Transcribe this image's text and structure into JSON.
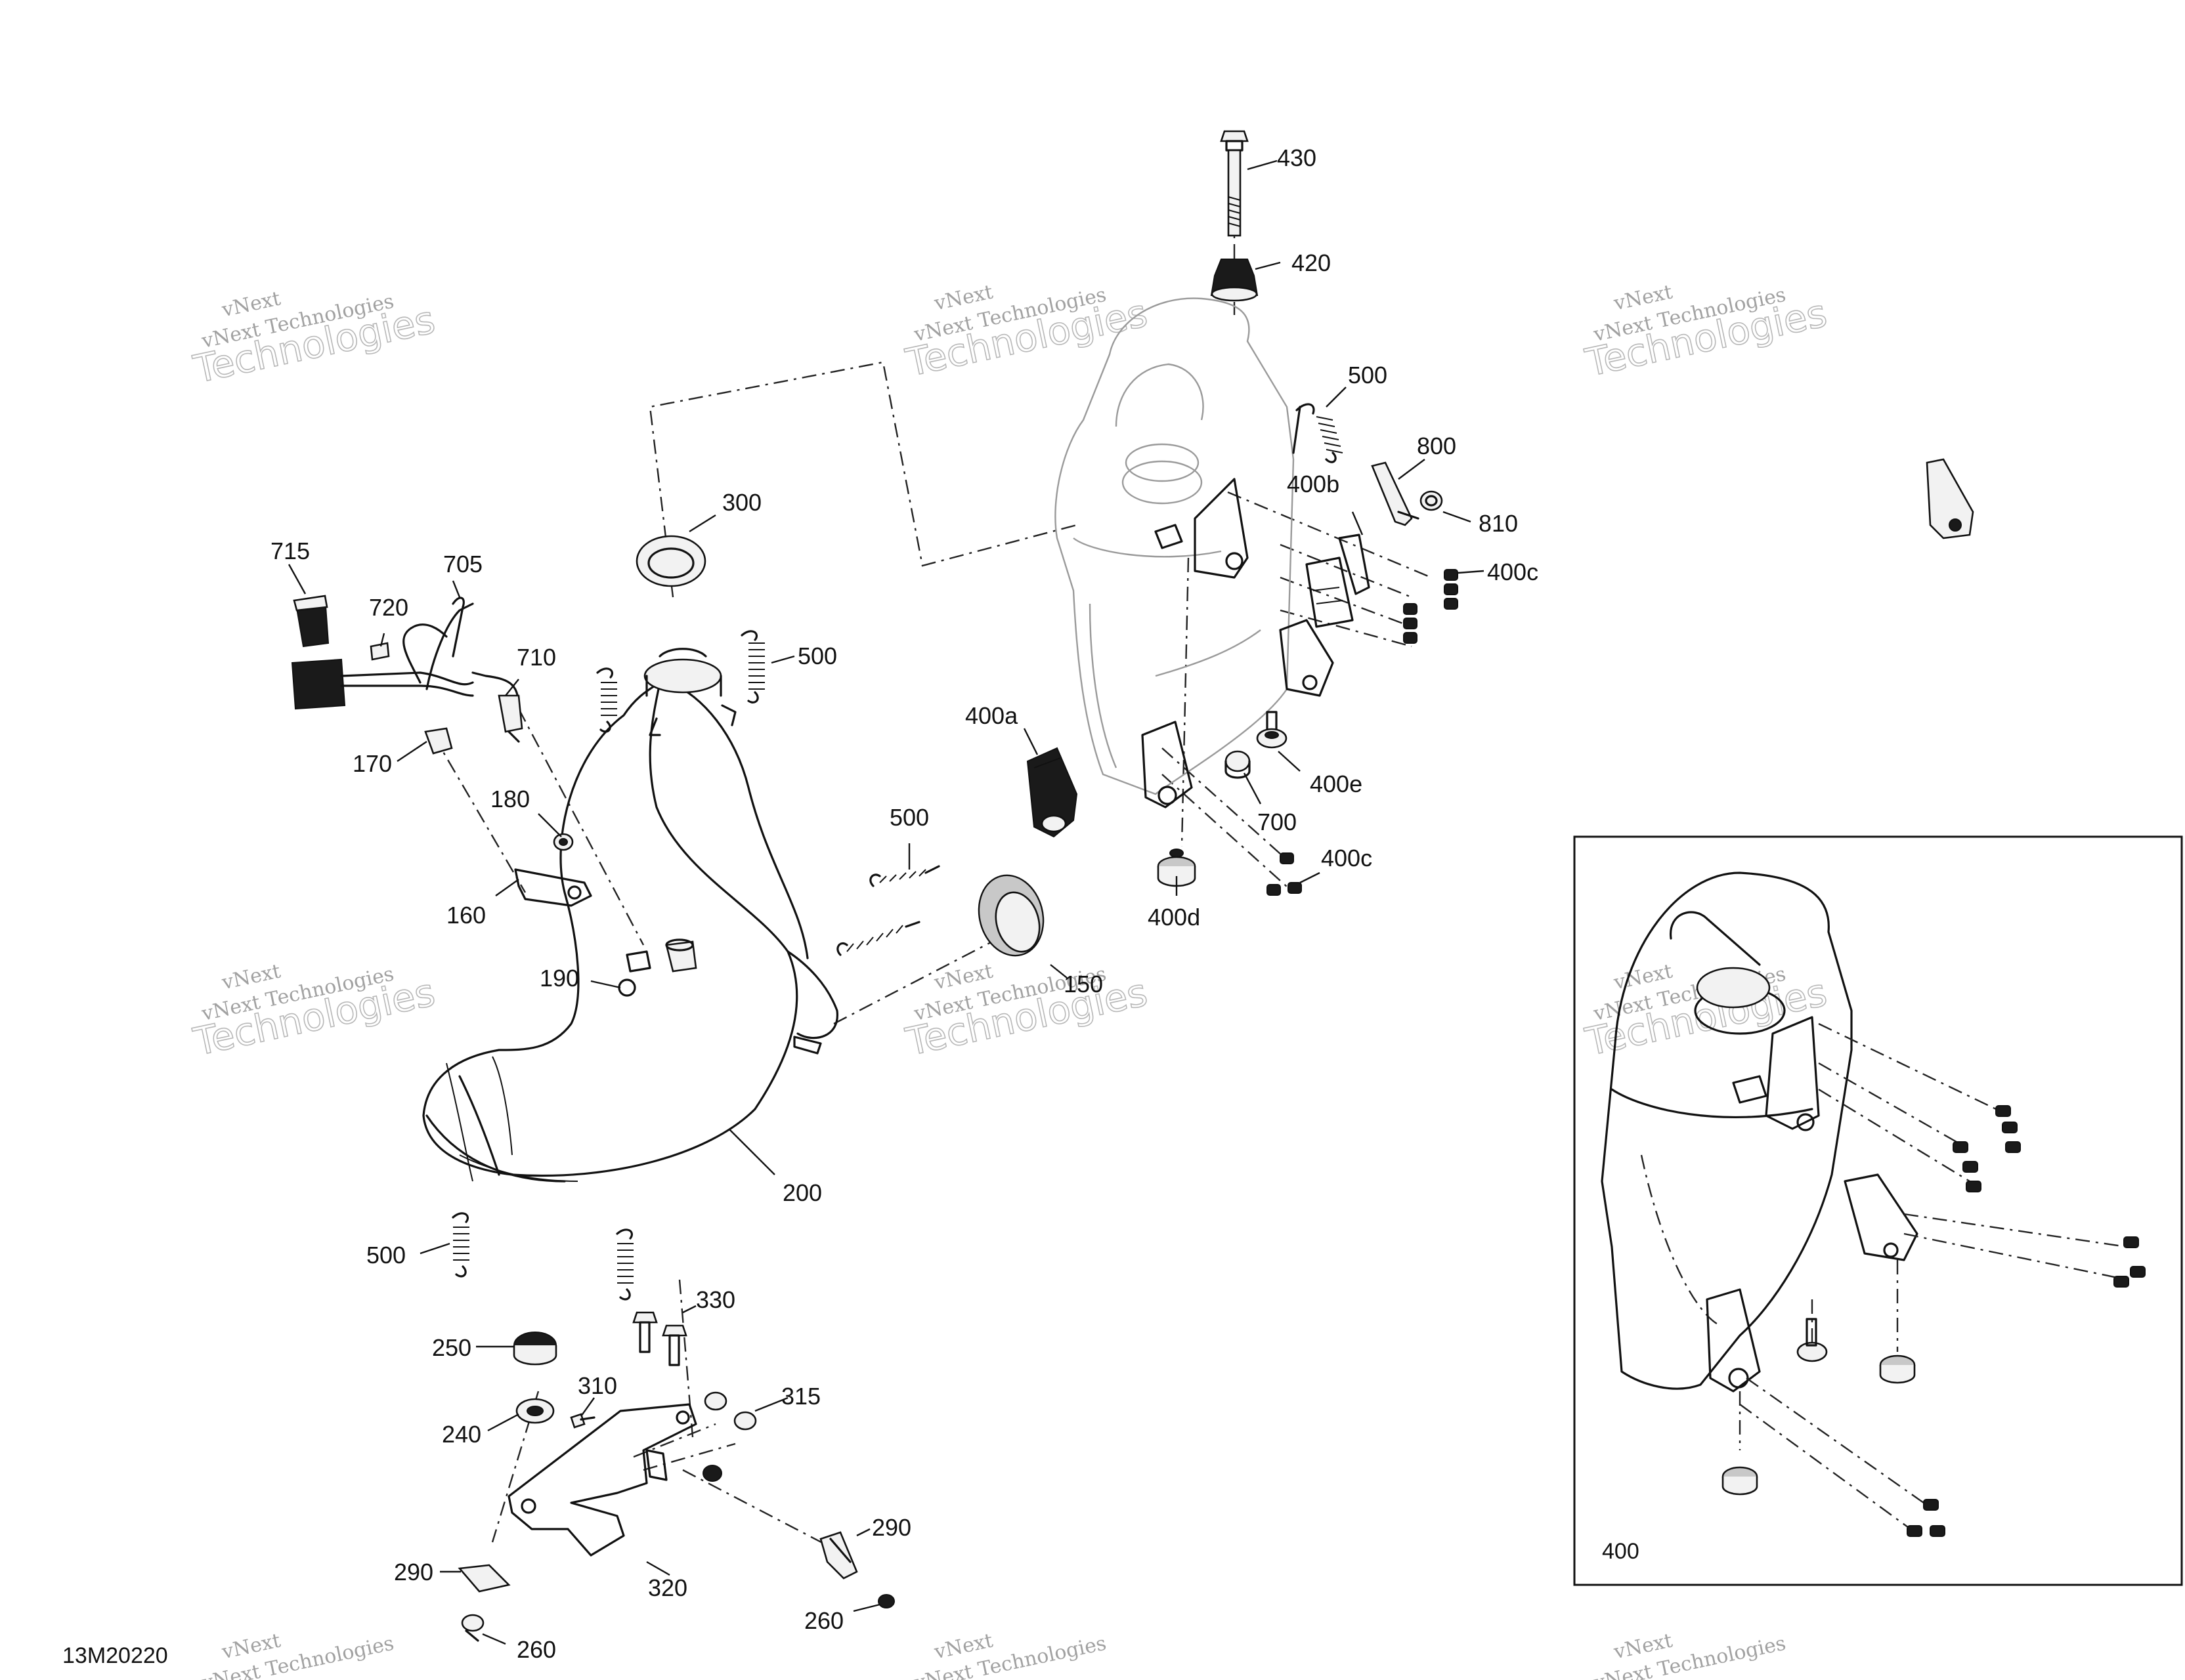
{
  "drawing_number": "13M20220",
  "watermark": {
    "line1": "vNext",
    "line2": "vNext Technologies",
    "line3": "Technologies"
  },
  "inset_label": "400",
  "callouts": {
    "c430": "430",
    "c420": "420",
    "c500a": "500",
    "c800": "800",
    "c400b": "400b",
    "c810": "810",
    "c400c_top": "400c",
    "c300": "300",
    "c715": "715",
    "c705": "705",
    "c720": "720",
    "c710": "710",
    "c500b": "500",
    "c170": "170",
    "c180": "180",
    "c400a": "400a",
    "c400e": "400e",
    "c700": "700",
    "c500c": "500",
    "c400c_bot": "400c",
    "c400d": "400d",
    "c160": "160",
    "c190": "190",
    "c150": "150",
    "c200": "200",
    "c500d": "500",
    "c330": "330",
    "c250": "250",
    "c310": "310",
    "c315": "315",
    "c240": "240",
    "c290a": "290",
    "c290b": "290",
    "c320": "320",
    "c260a": "260",
    "c260b": "260"
  }
}
